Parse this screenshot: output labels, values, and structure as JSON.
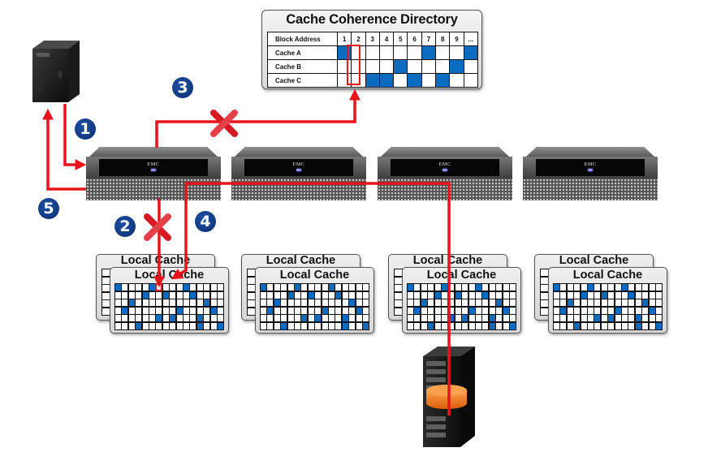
{
  "directory": {
    "title": "Cache Coherence Directory",
    "header_label": "Block Address",
    "block_addresses": [
      "1",
      "2",
      "3",
      "4",
      "5",
      "6",
      "7",
      "8",
      "9",
      "..."
    ],
    "highlighted_block": "2",
    "rows": [
      {
        "label": "Cache A",
        "filled_blocks": [
          "1",
          "7",
          "..."
        ]
      },
      {
        "label": "Cache B",
        "filled_blocks": [
          "5",
          "9"
        ]
      },
      {
        "label": "Cache C",
        "filled_blocks": [
          "3",
          "4",
          "6",
          "8"
        ]
      }
    ]
  },
  "servers": [
    {
      "brand": "EMC"
    },
    {
      "brand": "EMC"
    },
    {
      "brand": "EMC"
    },
    {
      "brand": "EMC"
    }
  ],
  "local_caches": {
    "title": "Local Cache",
    "count": 4,
    "grid": {
      "columns": 16,
      "rows": 6
    },
    "filled_cells": [
      [
        0,
        5,
        10
      ],
      [
        4,
        7,
        11
      ],
      [
        2,
        13
      ],
      [
        1,
        9,
        14
      ],
      [
        6,
        8,
        12
      ],
      [
        3,
        12,
        15
      ]
    ],
    "highlighted_cell": {
      "row": 0,
      "column": 6,
      "cache_index": 0
    }
  },
  "steps": [
    {
      "number": "1",
      "meaning": "host request to storage controller"
    },
    {
      "number": "2",
      "meaning": "local cache lookup (miss)"
    },
    {
      "number": "3",
      "meaning": "directory lookup (miss)"
    },
    {
      "number": "4",
      "meaning": "read from storage into local cache"
    },
    {
      "number": "5",
      "meaning": "return data to host"
    }
  ],
  "failed_paths": [
    "step-2-local-cache",
    "step-3-directory"
  ],
  "colors": {
    "arrow": "#e8141c",
    "filled_cell": "#0b6cbf",
    "badge": "#0e3578",
    "disk": "#f07a1a"
  }
}
